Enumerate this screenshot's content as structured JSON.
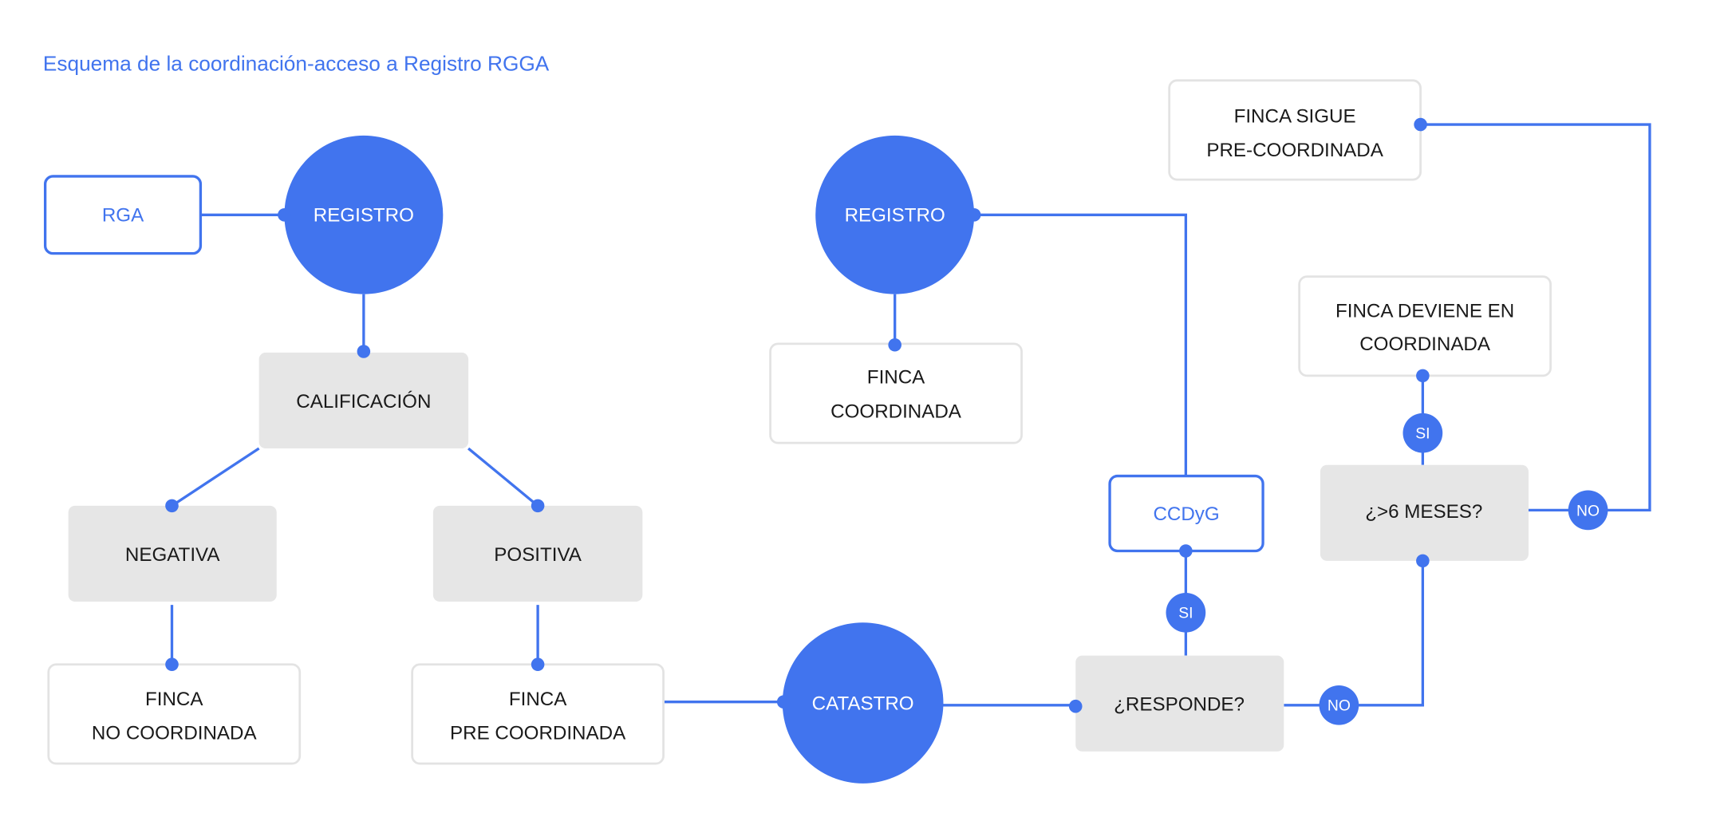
{
  "title": "Esquema de la coordinación-acceso a Registro RGGA",
  "colors": {
    "accent": "#4174ee",
    "grey_box": "#e6e6e6",
    "white_box_border": "#e3e3e3",
    "text_dark": "#1a1a1a"
  },
  "nodes": {
    "rga": {
      "lines": [
        "RGA"
      ],
      "style": "blue-outline"
    },
    "registro_1": {
      "lines": [
        "REGISTRO"
      ],
      "style": "blue-circle"
    },
    "calificacion": {
      "lines": [
        "CALIFICACIÓN"
      ],
      "style": "grey-box"
    },
    "negativa": {
      "lines": [
        "NEGATIVA"
      ],
      "style": "grey-box"
    },
    "positiva": {
      "lines": [
        "POSITIVA"
      ],
      "style": "grey-box"
    },
    "finca_no_coordinada": {
      "lines": [
        "FINCA",
        "NO COORDINADA"
      ],
      "style": "white-box"
    },
    "finca_pre_coordinada": {
      "lines": [
        "FINCA",
        "PRE COORDINADA"
      ],
      "style": "white-box"
    },
    "catastro": {
      "lines": [
        "CATASTRO"
      ],
      "style": "blue-circle"
    },
    "registro_2": {
      "lines": [
        "REGISTRO"
      ],
      "style": "blue-circle"
    },
    "finca_coordinada": {
      "lines": [
        "FINCA",
        "COORDINADA"
      ],
      "style": "white-box"
    },
    "ccdyg": {
      "lines": [
        "CCDyG"
      ],
      "style": "blue-outline"
    },
    "responde": {
      "lines": [
        "¿RESPONDE?"
      ],
      "style": "grey-box"
    },
    "mas_6_meses": {
      "lines": [
        "¿>6 MESES?"
      ],
      "style": "grey-box"
    },
    "finca_deviene": {
      "lines": [
        "FINCA DEVIENE EN",
        "COORDINADA"
      ],
      "style": "white-box"
    },
    "finca_sigue": {
      "lines": [
        "FINCA SIGUE",
        "PRE-COORDINADA"
      ],
      "style": "white-box"
    }
  },
  "edge_labels": {
    "si_responde": "SI",
    "no_responde": "NO",
    "si_meses": "SI",
    "no_meses": "NO"
  },
  "edges": [
    {
      "from": "rga",
      "to": "registro_1"
    },
    {
      "from": "registro_1",
      "to": "calificacion"
    },
    {
      "from": "calificacion",
      "to": "negativa"
    },
    {
      "from": "calificacion",
      "to": "positiva"
    },
    {
      "from": "negativa",
      "to": "finca_no_coordinada"
    },
    {
      "from": "positiva",
      "to": "finca_pre_coordinada"
    },
    {
      "from": "finca_pre_coordinada",
      "to": "catastro"
    },
    {
      "from": "catastro",
      "to": "responde"
    },
    {
      "from": "responde",
      "to": "ccdyg",
      "label": "SI"
    },
    {
      "from": "ccdyg",
      "to": "registro_2"
    },
    {
      "from": "registro_2",
      "to": "finca_coordinada"
    },
    {
      "from": "responde",
      "to": "mas_6_meses",
      "label": "NO"
    },
    {
      "from": "mas_6_meses",
      "to": "finca_deviene",
      "label": "SI"
    },
    {
      "from": "mas_6_meses",
      "to": "finca_sigue",
      "label": "NO"
    }
  ]
}
